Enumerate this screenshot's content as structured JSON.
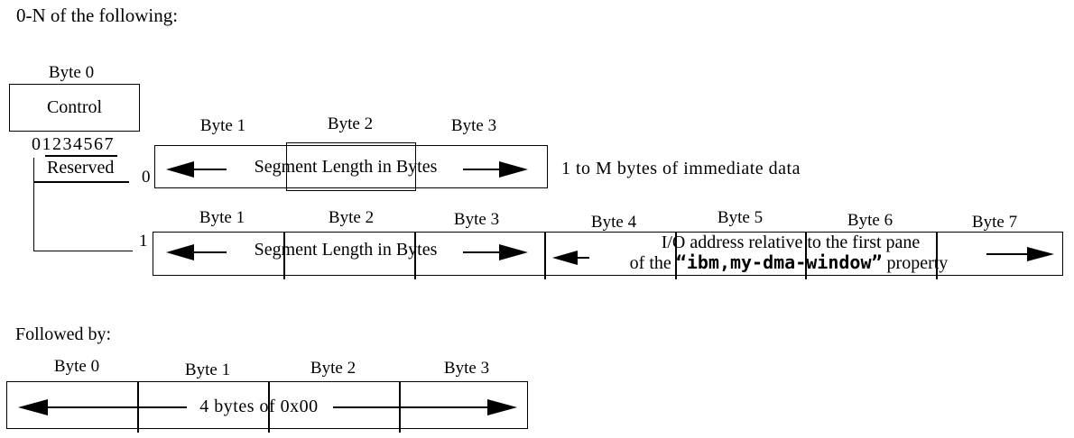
{
  "title": "0-N of the following:",
  "control": {
    "byte_label": "Byte 0",
    "box_label": "Control",
    "bits": "01234567",
    "reserved_label": "Reserved",
    "branch_zero": "0",
    "branch_one": "1"
  },
  "row_immediate": {
    "byte_labels": [
      "Byte 1",
      "Byte 2",
      "Byte 3"
    ],
    "segment_text": "Segment Length in Bytes",
    "note": "1 to M bytes of immediate data"
  },
  "row_indirect": {
    "byte_labels": [
      "Byte 1",
      "Byte 2",
      "Byte 3",
      "Byte 4",
      "Byte 5",
      "Byte 6",
      "Byte 7"
    ],
    "segment_text": "Segment Length in Bytes",
    "io_line1": "I/O address relative to the first pane",
    "io_line2_prefix": "of the ",
    "io_line2_property": "“ibm,my-dma-window”",
    "io_line2_suffix": " property"
  },
  "footer": {
    "heading": "Followed by:",
    "byte_labels": [
      "Byte 0",
      "Byte 1",
      "Byte 2",
      "Byte 3"
    ],
    "text": "4 bytes of 0x00"
  }
}
